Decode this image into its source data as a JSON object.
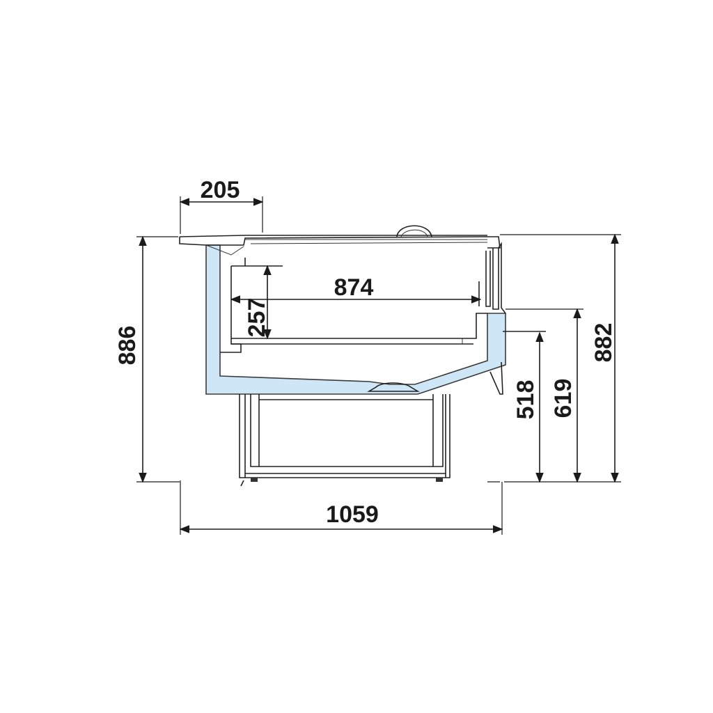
{
  "drawing": {
    "colors": {
      "insulation": "#cfe6f6",
      "line": "#1a1a1a",
      "background": "#ffffff"
    },
    "dimensions": {
      "top_overhang": "205",
      "total_height_left": "886",
      "inner_width": "874",
      "inner_depth": "257",
      "total_width": "1059",
      "height_518": "518",
      "height_619": "619",
      "height_882": "882"
    }
  }
}
